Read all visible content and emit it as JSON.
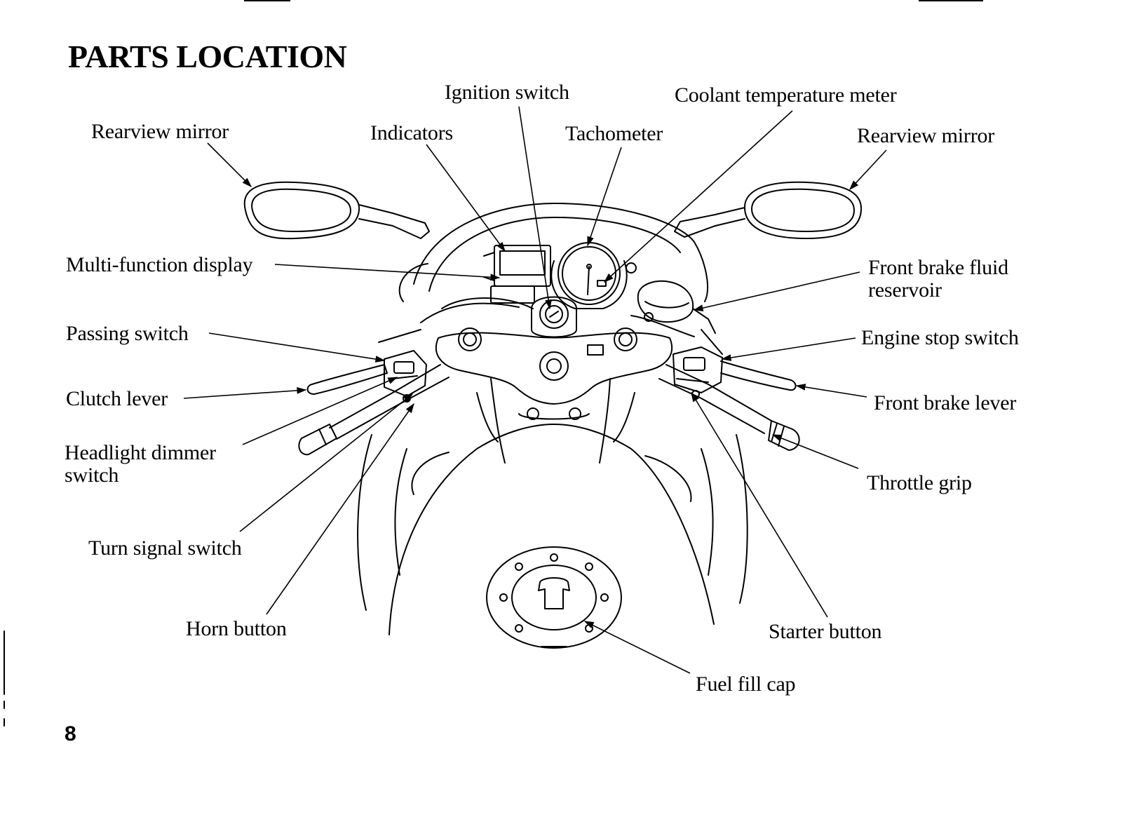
{
  "page": {
    "title": "PARTS LOCATION",
    "page_number": "8"
  },
  "callouts": {
    "ignition_switch": "Ignition switch",
    "coolant_temperature_meter": "Coolant temperature meter",
    "rearview_mirror_left": "Rearview mirror",
    "indicators": "Indicators",
    "tachometer": "Tachometer",
    "rearview_mirror_right": "Rearview mirror",
    "multi_function_display": "Multi-function display",
    "front_brake_fluid_reservoir": "Front brake fluid\nreservoir",
    "passing_switch": "Passing switch",
    "engine_stop_switch": "Engine stop switch",
    "clutch_lever": "Clutch lever",
    "front_brake_lever": "Front brake lever",
    "headlight_dimmer_switch": "Headlight dimmer\nswitch",
    "throttle_grip": "Throttle grip",
    "turn_signal_switch": "Turn signal switch",
    "horn_button": "Horn button",
    "starter_button": "Starter button",
    "fuel_fill_cap": "Fuel fill cap"
  }
}
